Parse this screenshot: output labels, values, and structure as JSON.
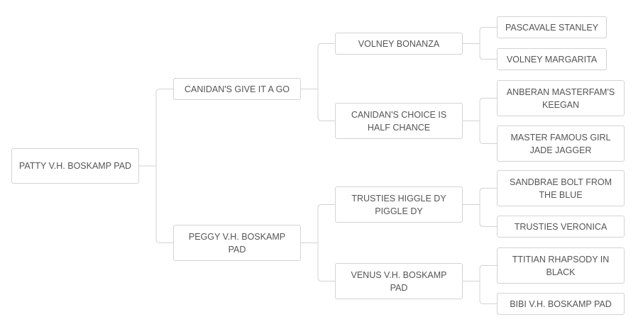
{
  "pedigree": {
    "subject": {
      "name": "PATTY V.H. BOSKAMP PAD",
      "sire": {
        "name": "CANIDAN'S GIVE IT A GO",
        "sire": {
          "name": "VOLNEY BONANZA",
          "sire": {
            "name": "PASCAVALE STANLEY"
          },
          "dam": {
            "name": "VOLNEY MARGARITA"
          }
        },
        "dam": {
          "name": "CANIDAN'S CHOICE IS HALF CHANCE",
          "sire": {
            "name": "ANBERAN MASTERFAM'S KEEGAN"
          },
          "dam": {
            "name": "MASTER FAMOUS GIRL JADE JAGGER"
          }
        }
      },
      "dam": {
        "name": "PEGGY V.H. BOSKAMP PAD",
        "sire": {
          "name": "TRUSTIES HIGGLE DY PIGGLE DY",
          "sire": {
            "name": "SANDBRAE BOLT FROM THE BLUE"
          },
          "dam": {
            "name": "TRUSTIES VERONICA"
          }
        },
        "dam": {
          "name": "VENUS V.H. BOSKAMP PAD",
          "sire": {
            "name": "TTITIAN RHAPSODY IN BLACK"
          },
          "dam": {
            "name": "BIBI V.H. BOSKAMP PAD"
          }
        }
      }
    }
  },
  "colors": {
    "node_border": "#d3d3d3",
    "node_text": "#555555",
    "connector": "#d3d3d3",
    "background": "#ffffff"
  }
}
